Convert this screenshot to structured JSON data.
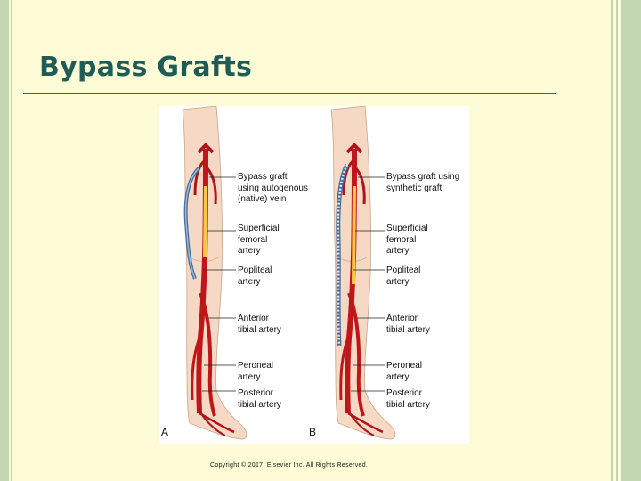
{
  "title": "Bypass Grafts",
  "figure": {
    "panel_a": {
      "letter": "A",
      "labels": [
        "Bypass graft\nusing autogenous\n(native) vein",
        "Superficial\nfemoral\nartery",
        "Popliteal\nartery",
        "Anterior\ntibial artery",
        "Peroneal\nartery",
        "Posterior\ntibial artery"
      ]
    },
    "panel_b": {
      "letter": "B",
      "labels": [
        "Bypass graft using\nsynthetic graft",
        "Superficial\nfemoral\nartery",
        "Popliteal\nartery",
        "Anterior\ntibial artery",
        "Peroneal\nartery",
        "Posterior\ntibial artery"
      ]
    }
  },
  "copyright": "Copyright © 2017. Elsevier Inc. All Rights Reserved.",
  "colors": {
    "background": "#fdfcd6",
    "title": "#1f5c58",
    "border": "#c2d6b2",
    "artery": "#c0151a",
    "vein_graft": "#4a6d9a"
  }
}
